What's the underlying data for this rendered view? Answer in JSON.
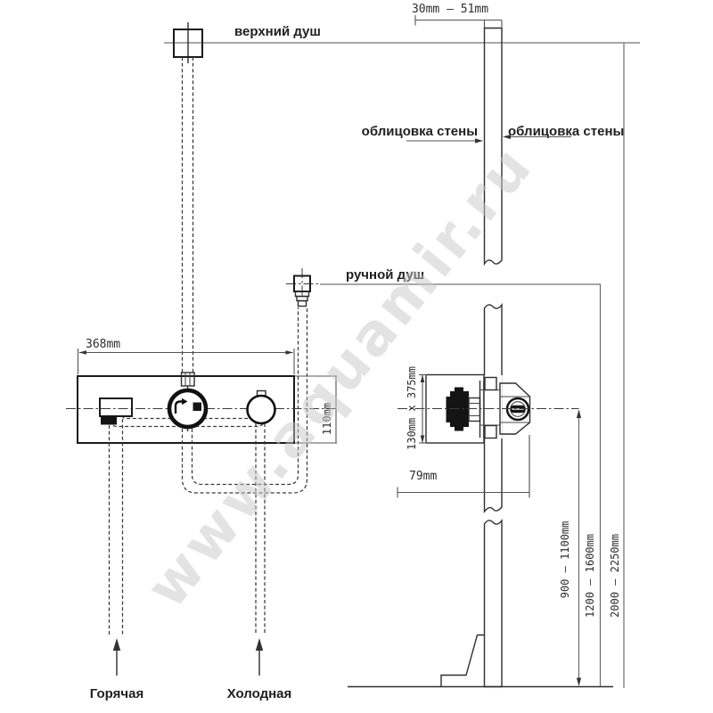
{
  "watermark": "www.aquamir.ru",
  "labels": {
    "top_shower": "верхний душ",
    "hand_shower": "ручной душ",
    "wall_cladding_left": "облицовка стены",
    "wall_cladding_right": "облицовка стены",
    "hot_supply": "Горячая",
    "cold_supply": "Холодная"
  },
  "dimensions": {
    "cladding_thickness_range": "30mm — 51mm",
    "panel_width": "368mm",
    "panel_height": "110mm",
    "rough_in_box": "130mm  x  375mm",
    "rough_in_depth": "79mm",
    "mixer_height_range": "900 — 1100mm",
    "hand_shower_height_range": "1200 — 1600mm",
    "top_shower_height_range": "2000 — 2250mm"
  }
}
